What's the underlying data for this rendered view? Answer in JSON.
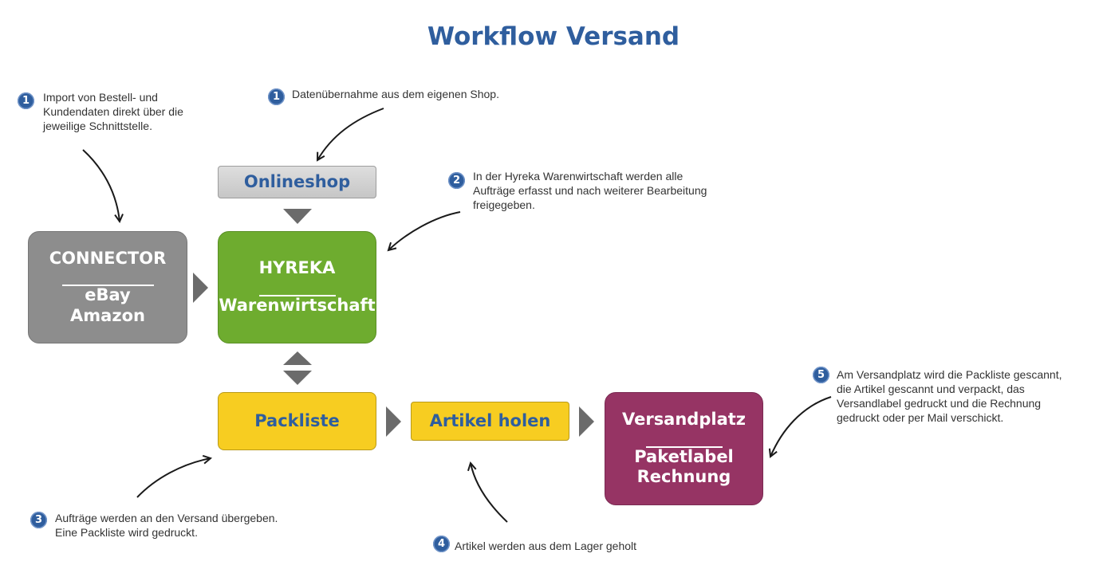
{
  "title": "Workflow Versand",
  "boxes": {
    "connector": {
      "line1": "CONNECTOR",
      "sep": "____________",
      "line2": "eBay",
      "line3": "Amazon",
      "color": "#8d8d8d"
    },
    "hyreka": {
      "line1": "HYREKA",
      "sep": "__________",
      "line2": "Warenwirtschaft",
      "color": "#6eac2f"
    },
    "onlineshop": {
      "label": "Onlineshop",
      "color": "#cfcfcf"
    },
    "packliste": {
      "label": "Packliste",
      "color": "#f7cd21"
    },
    "artikel": {
      "label": "Artikel holen",
      "color": "#f7cd21"
    },
    "versandplatz": {
      "line1": "Versandplatz",
      "sep": "__________",
      "line2": "Paketlabel",
      "line3": "Rechnung",
      "color": "#963464"
    }
  },
  "notes": {
    "import": {
      "badge": "1",
      "lines": [
        "Import von Bestell- und",
        "Kundendaten direkt über die",
        "jeweilige Schnittstelle."
      ]
    },
    "datenuebernahme": {
      "badge": "1",
      "lines": [
        "Datenübernahme aus dem eigenen Shop."
      ]
    },
    "hyreka": {
      "badge": "2",
      "lines": [
        "In der Hyreka Warenwirtschaft werden alle",
        "Aufträge erfasst und nach weiterer Bearbeitung",
        "freigegeben."
      ]
    },
    "versand": {
      "badge": "3",
      "lines": [
        "Aufträge werden an den Versand übergeben.",
        "Eine Packliste wird gedruckt."
      ]
    },
    "lager": {
      "badge": "4",
      "lines": [
        "Artikel werden aus dem Lager geholt"
      ]
    },
    "versandplatz": {
      "badge": "5",
      "lines": [
        "Am Versandplatz wird die Packliste gescannt,",
        "die Artikel gescannt und verpackt, das",
        "Versandlabel gedruckt und die Rechnung",
        "gedruckt oder per Mail verschickt."
      ]
    }
  },
  "colors": {
    "accent": "#2f5e9e",
    "triangle": "#6b6b6b"
  }
}
